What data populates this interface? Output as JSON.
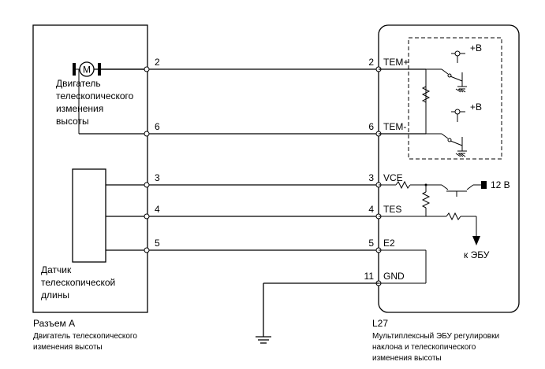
{
  "left_component": {
    "motor_symbol": "M",
    "motor_label": [
      "Двигатель",
      "телескопического",
      "изменения",
      "высоты"
    ],
    "sensor_label": [
      "Датчик",
      "телескопической",
      "длины"
    ],
    "caption_title": "Разъем A",
    "caption_lines": [
      "Двигатель телескопического",
      "изменения высоты"
    ]
  },
  "right_component": {
    "plus_b_1": "+B",
    "plus_b_2": "+B",
    "voltage": "12 В",
    "to_ecu": "к ЭБУ",
    "caption_title": "L27",
    "caption_lines": [
      "Мультиплексный ЭБУ регулировки",
      "наклона и телескопического",
      "изменения высоты"
    ]
  },
  "wires": [
    {
      "left_pin": "2",
      "right_pin": "2",
      "terminal": "TEM+"
    },
    {
      "left_pin": "6",
      "right_pin": "6",
      "terminal": "TEM-"
    },
    {
      "left_pin": "3",
      "right_pin": "3",
      "terminal": "VCE"
    },
    {
      "left_pin": "4",
      "right_pin": "4",
      "terminal": "TES"
    },
    {
      "left_pin": "5",
      "right_pin": "5",
      "terminal": "E2"
    }
  ],
  "ground_wire": {
    "right_pin": "11",
    "terminal": "GND"
  }
}
